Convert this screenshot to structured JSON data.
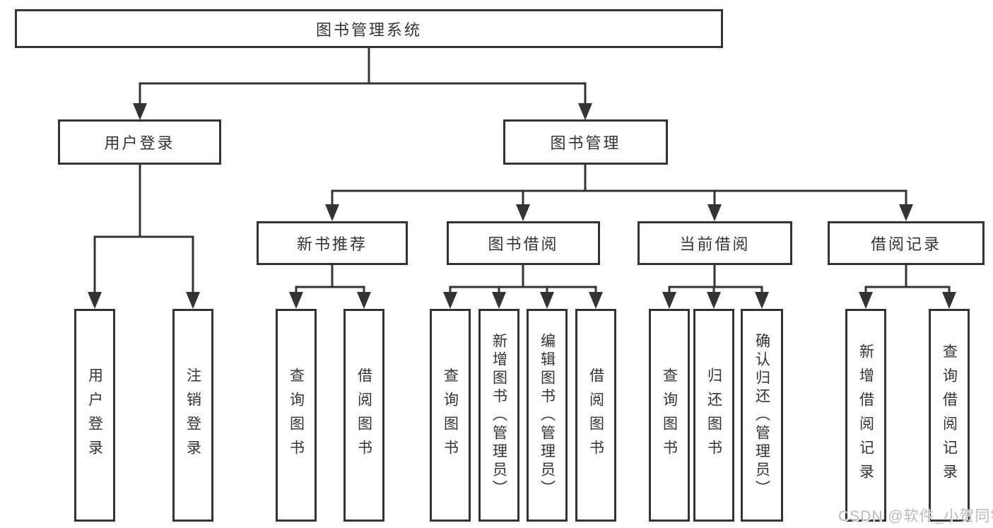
{
  "diagram": {
    "root": "图书管理系统",
    "level2": {
      "user_login": "用户登录",
      "book_mgmt": "图书管理"
    },
    "level3": {
      "new_books": "新书推荐",
      "book_borrow": "图书借阅",
      "current_borrow": "当前借阅",
      "borrow_records": "借阅记录"
    },
    "leaves": {
      "user_login": [
        "用户登录",
        "注销登录"
      ],
      "new_books": [
        "查询图书",
        "借阅图书"
      ],
      "book_borrow": [
        "查询图书",
        "新增图书（管理员）",
        "编辑图书（管理员）",
        "借阅图书"
      ],
      "current_borrow": [
        "查询图书",
        "归还图书",
        "确认归还（管理员）"
      ],
      "borrow_records": [
        "新增借阅记录",
        "查询借阅记录"
      ]
    },
    "watermark": "CSDN @软件_小贺同学",
    "colors": {
      "line": "#333333",
      "text": "#333333",
      "background": "#ffffff",
      "watermark": "#b9b9b9"
    }
  }
}
